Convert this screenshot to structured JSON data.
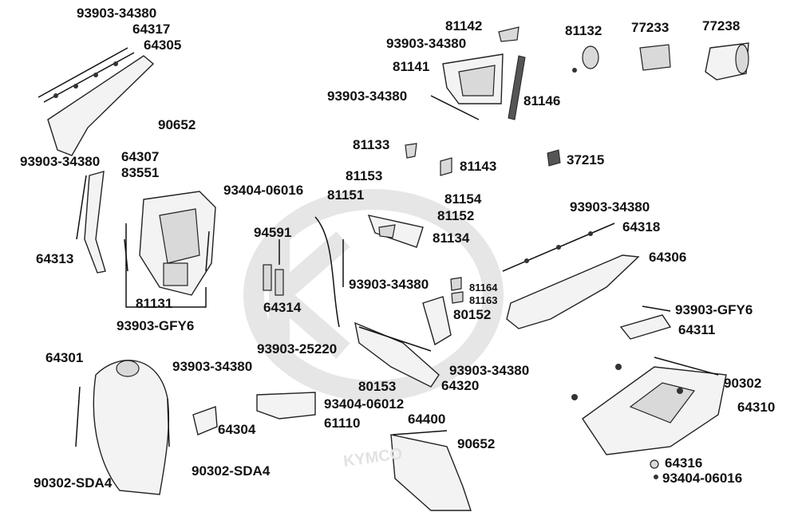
{
  "diagram": {
    "watermark": "KYMCO",
    "labels": {
      "p93903_34380_a": "93903-34380",
      "p64317": "64317",
      "p64305": "64305",
      "p90652_a": "90652",
      "p64307": "64307",
      "p93903_34380_b": "93903-34380",
      "p83551": "83551",
      "p93404_06016_a": "93404-06016",
      "p64313": "64313",
      "p81131": "81131",
      "p93903_gfy6_a": "93903-GFY6",
      "p94591": "94591",
      "p64314": "64314",
      "p81142": "81142",
      "p93903_34380_c": "93903-34380",
      "p81141": "81141",
      "p93903_34380_d": "93903-34380",
      "p81146": "81146",
      "p81132": "81132",
      "p77233": "77233",
      "p77238": "77238",
      "p37215": "37215",
      "p81133": "81133",
      "p81143": "81143",
      "p81153": "81153",
      "p81151": "81151",
      "p81154": "81154",
      "p81152": "81152",
      "p81134": "81134",
      "p93903_34380_e": "93903-34380",
      "p81164": "81164",
      "p81163": "81163",
      "p80152": "80152",
      "p93903_34380_f": "93903-34380",
      "p64318": "64318",
      "p64306": "64306",
      "p93903_gfy6_b": "93903-GFY6",
      "p64311": "64311",
      "p64301": "64301",
      "p93903_34380_g": "93903-34380",
      "p64304": "64304",
      "p93903_25220": "93903-25220",
      "p80153": "80153",
      "p93404_06012": "93404-06012",
      "p61110": "61110",
      "p93903_34380_h": "93903-34380",
      "p64320": "64320",
      "p64400": "64400",
      "p90652_b": "90652",
      "p90302": "90302",
      "p64310": "64310",
      "p64316": "64316",
      "p93404_06016_b": "93404-06016",
      "p90302_sda4_a": "90302-SDA4",
      "p90302_sda4_b": "90302-SDA4"
    }
  }
}
